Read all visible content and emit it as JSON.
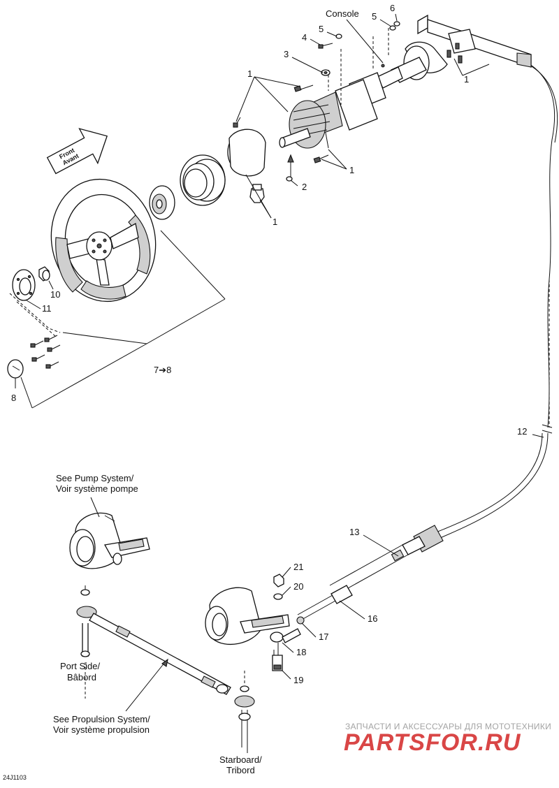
{
  "callouts": {
    "c1_a": "1",
    "c1_b": "1",
    "c1_c": "1",
    "c1_d": "1",
    "c2": "2",
    "c3": "3",
    "c4": "4",
    "c5_a": "5",
    "c5_b": "5",
    "c6": "6",
    "c7_8": "7➔8",
    "c8": "8",
    "c10": "10",
    "c11": "11",
    "c12": "12",
    "c13": "13",
    "c16": "16",
    "c17": "17",
    "c18": "18",
    "c19": "19",
    "c20": "20",
    "c21": "21"
  },
  "labels": {
    "console": "Console",
    "front": "Front",
    "avant": "Avant",
    "pump_l1": "See Pump System/",
    "pump_l2": "Voir système pompe",
    "port_l1": "Port Side/",
    "port_l2": "Bâbord",
    "prop_l1": "See Propulsion System/",
    "prop_l2": "Voir système propulsion",
    "star_l1": "Starboard/",
    "star_l2": "Tribord",
    "ref_code": "24J1103"
  },
  "watermark": {
    "tagline": "ЗАПЧАСТИ И АКСЕССУАРЫ ДЛЯ МОТОТЕХНИКИ",
    "logo": "PARTSFOR.RU"
  }
}
